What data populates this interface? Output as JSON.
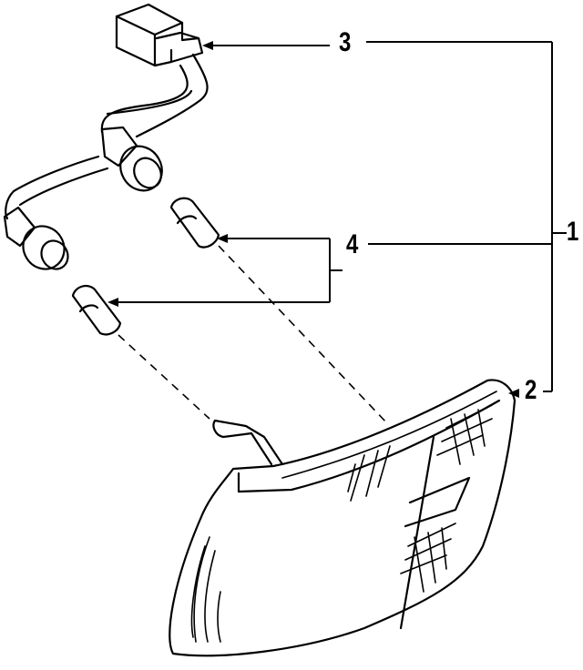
{
  "diagram": {
    "type": "exploded-parts-diagram",
    "subject": "Corner / side marker lamp assembly",
    "line_color": "#000000",
    "background": "#ffffff"
  },
  "callouts": [
    {
      "id": "1",
      "label": "1",
      "target": "lamp-assembly (bracket groups 2, 3, 4)"
    },
    {
      "id": "2",
      "label": "2",
      "target": "lens-housing"
    },
    {
      "id": "3",
      "label": "3",
      "target": "socket-connector-harness"
    },
    {
      "id": "4",
      "label": "4",
      "target": "bulbs (2)"
    }
  ]
}
